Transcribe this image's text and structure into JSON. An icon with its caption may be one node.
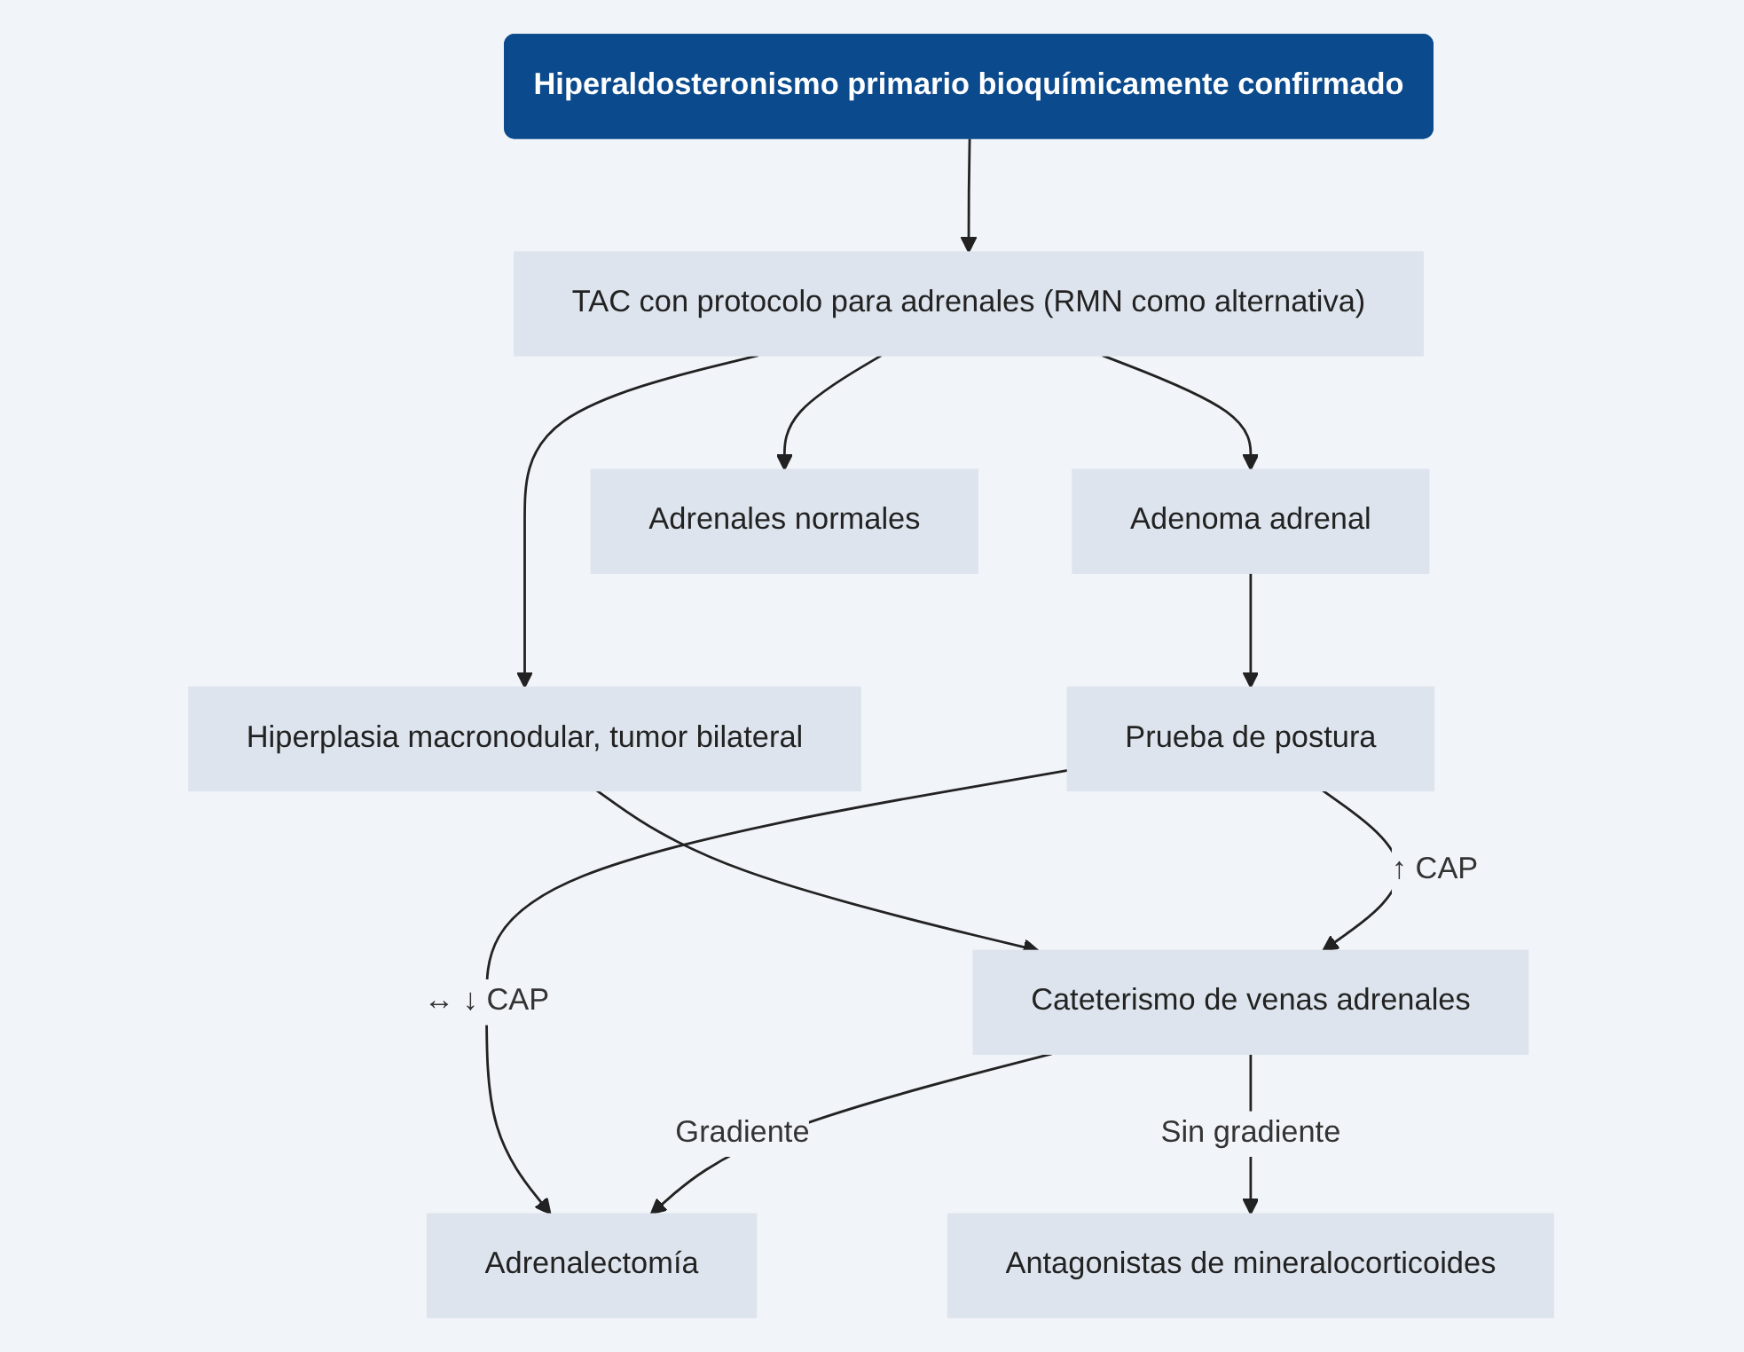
{
  "diagram": {
    "nodes": [
      {
        "text": [
          "Hiperaldosteronismo primario bioquímicamente confirmado"
        ]
      },
      {
        "text": [
          "TAC con protocolo para adrenales (RMN como alternativa)"
        ]
      },
      {
        "text": [
          "Adenoma adrenal"
        ]
      },
      {
        "text": [
          "Adrenales normales"
        ]
      },
      {
        "text": [
          "Hiperplasia macronodular, tumor bilateral"
        ]
      },
      {
        "text": [
          "Prueba de postura"
        ]
      },
      {
        "text": [
          "Cateterismo de venas adrenales"
        ]
      },
      {
        "text": [
          "Adrenalectomía"
        ]
      },
      {
        "text": [
          "Antagonistas de mineralocorticoides"
        ]
      }
    ],
    "edges": [
      {
        "from": 0,
        "to": 1,
        "arrow": "to"
      },
      {
        "from": 1,
        "to": 2,
        "arrow": "to"
      },
      {
        "from": 1,
        "to": 3,
        "arrow": "to"
      },
      {
        "from": 1,
        "to": 4,
        "arrow": "to"
      },
      {
        "from": 2,
        "to": 5,
        "arrow": "to"
      },
      {
        "from": 4,
        "to": 6,
        "arrow": "to"
      },
      {
        "from": 5,
        "to": 6,
        "arrow": "to",
        "label": "↑ CAP"
      },
      {
        "from": 5,
        "to": 7,
        "arrow": "to",
        "label": "↔ ↓ CAP"
      },
      {
        "from": 6,
        "to": 7,
        "arrow": "to",
        "label": "Gradiente"
      },
      {
        "from": 6,
        "to": 8,
        "arrow": "to",
        "label": "Sin gradiente"
      }
    ]
  }
}
